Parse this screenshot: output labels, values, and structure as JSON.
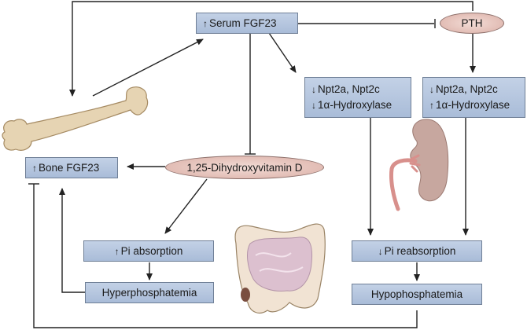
{
  "nodes": {
    "serum_fgf23": {
      "arrow": "↑",
      "label": "Serum FGF23"
    },
    "pth": {
      "label": "PTH"
    },
    "left_renal": {
      "line1_arrow": "↓",
      "line1": "Npt2a, Npt2c",
      "line2_arrow": "↓",
      "line2": "1α-Hydroxylase"
    },
    "right_renal": {
      "line1_arrow": "↓",
      "line1": "Npt2a, Npt2c",
      "line2_arrow": "↑",
      "line2": "1α-Hydroxylase"
    },
    "bone_fgf23": {
      "arrow": "↑",
      "label": "Bone FGF23"
    },
    "vitamin_d": {
      "label": "1,25-Dihydroxyvitamin D"
    },
    "pi_absorption": {
      "arrow": "↑",
      "label": "Pi absorption"
    },
    "hyperphosphatemia": {
      "label": "Hyperphosphatemia"
    },
    "pi_reabsorption": {
      "arrow": "↓",
      "label": "Pi reabsorption"
    },
    "hypophosphatemia": {
      "label": "Hypophosphatemia"
    }
  },
  "illustrations": [
    "bone",
    "kidney",
    "intestine"
  ],
  "colors": {
    "box_fill": "#b6c6de",
    "box_border": "#6f7f96",
    "ellipse_fill": "#e2bdb5",
    "line": "#222222",
    "bone": "#e6d4b3",
    "kidney": "#c7a79f",
    "intestine": "#f1e3d3"
  }
}
